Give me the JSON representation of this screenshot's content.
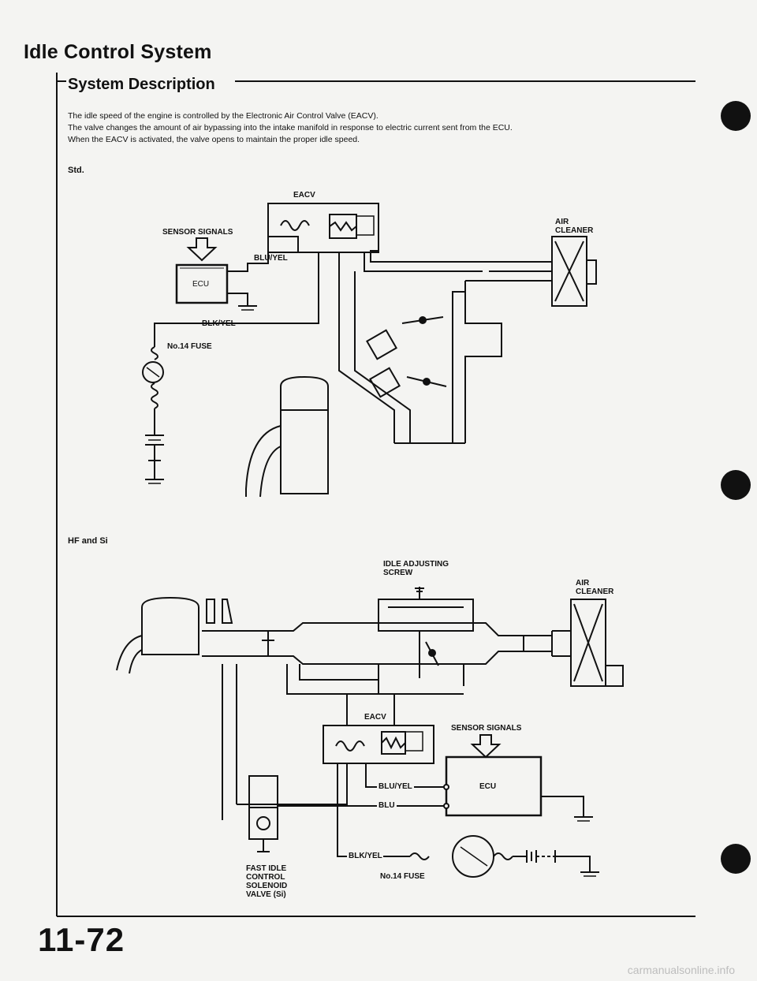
{
  "header": {
    "title": "Idle Control System",
    "subtitle": "System Description"
  },
  "description": {
    "lines": [
      "The idle speed of the engine is controlled by the Electronic Air Control Valve (EACV).",
      "The valve changes the amount of air bypassing into the intake manifold in response to electric current sent from the ECU.",
      "When the EACV is activated, the valve opens to maintain the proper idle speed."
    ]
  },
  "std_diagram": {
    "section_label": "Std.",
    "eacv": "EACV",
    "sensor_signals": "SENSOR SIGNALS",
    "air_cleaner_1": "AIR",
    "air_cleaner_2": "CLEANER",
    "blu_yel": "BLU/YEL",
    "ecu": "ECU",
    "blk_yel": "BLK/YEL",
    "fuse": "No.14 FUSE"
  },
  "hf_diagram": {
    "section_label": "HF and Si",
    "idle_screw_1": "IDLE ADJUSTING",
    "idle_screw_2": "SCREW",
    "air_cleaner_1": "AIR",
    "air_cleaner_2": "CLEANER",
    "eacv": "EACV",
    "sensor_signals": "SENSOR SIGNALS",
    "ecu": "ECU",
    "blu_yel": "BLU/YEL",
    "blu": "BLU",
    "blk_yel": "BLK/YEL",
    "fuse": "No.14 FUSE",
    "fast_idle_1": "FAST IDLE",
    "fast_idle_2": "CONTROL",
    "fast_idle_3": "SOLENOID",
    "fast_idle_4": "VALVE (Si)"
  },
  "footer": {
    "page_number": "11-72",
    "watermark": "carmanualsonline.info"
  },
  "colors": {
    "ink": "#111111",
    "paper": "#f4f4f2"
  }
}
